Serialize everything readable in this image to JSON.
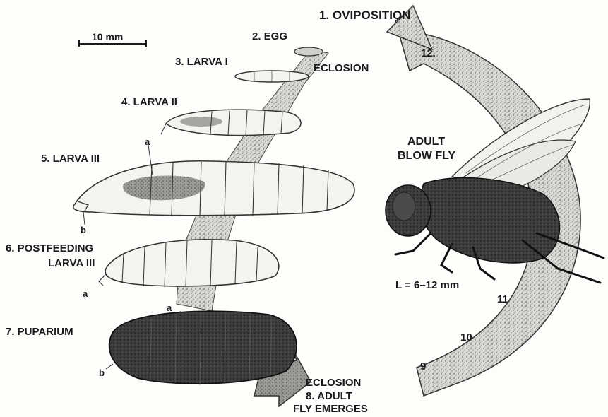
{
  "figure": {
    "scale_bar": "10 mm",
    "adult_title_1": "ADULT",
    "adult_title_2": "BLOW FLY",
    "adult_length": "L = 6–12 mm",
    "stages": {
      "oviposition": "1. OVIPOSITION",
      "egg": "2. EGG",
      "larva1": "3. LARVA I",
      "eclosion_top": "ECLOSION",
      "larva2": "4. LARVA II",
      "larva3": "5. LARVA III",
      "postfeeding_1": "6. POSTFEEDING",
      "postfeeding_2": "LARVA III",
      "puparium": "7. PUPARIUM",
      "eclosion_bottom": "ECLOSION",
      "adult_emerges_1": "8. ADULT",
      "adult_emerges_2": "FLY EMERGES"
    },
    "markers": {
      "a": "a",
      "b": "b"
    },
    "days": [
      "12.",
      "11",
      "10",
      "9"
    ],
    "colors": {
      "ink": "#1a1a1a",
      "stipple": "#8a8a8a",
      "dark_body": "#2b2b2b",
      "paper": "#fdfdfb"
    }
  }
}
